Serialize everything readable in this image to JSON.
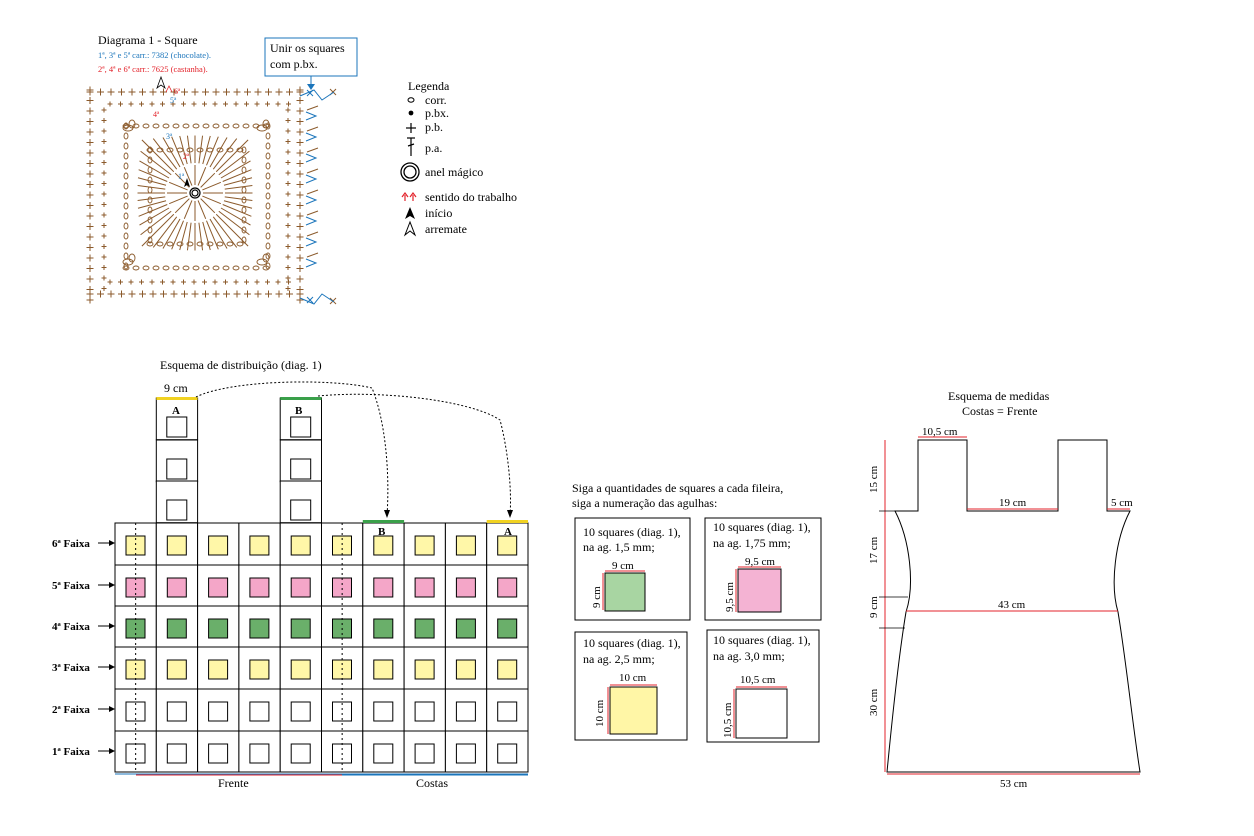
{
  "diagram1": {
    "title": "Diagrama 1 - Square",
    "rows_odd": "1ª, 3ª e 5ª carr.: 7382 (chocolate).",
    "rows_even": "2ª, 4ª e 6ª carr.: 7625 (castanha).",
    "round_labels": [
      "1ª",
      "2ª",
      "3ª",
      "4ª",
      "5ª",
      "6ª"
    ],
    "join_note_line1": "Unir os squares",
    "join_note_line2": "com p.bx.",
    "colors": {
      "odd": "#1b75bb",
      "even": "#e3232b",
      "stitch": "#8b5a2b"
    }
  },
  "legend": {
    "title": "Legenda",
    "items": [
      {
        "icon": "chain-stitch-icon",
        "label": "corr."
      },
      {
        "icon": "slip-stitch-icon",
        "label": "p.bx."
      },
      {
        "icon": "single-crochet-icon",
        "label": "p.b."
      },
      {
        "icon": "double-crochet-icon",
        "label": "p.a."
      },
      {
        "icon": "magic-ring-icon",
        "label": "anel mágico"
      },
      {
        "icon": "work-direction-icon",
        "label": "sentido do trabalho"
      },
      {
        "icon": "start-arrow-icon",
        "label": "início"
      },
      {
        "icon": "finish-arrow-icon",
        "label": "arremate"
      }
    ]
  },
  "distribution": {
    "title": "Esquema de distribuição (diag. 1)",
    "strap_width": "9 cm",
    "strap_labels": [
      "A",
      "B"
    ],
    "join_labels": [
      "B",
      "A"
    ],
    "bands": [
      "6ª Faixa",
      "5ª Faixa",
      "4ª Faixa",
      "3ª Faixa",
      "2ª Faixa",
      "1ª Faixa"
    ],
    "band_colors": [
      "#fff7a8",
      "#f4a6c8",
      "#6aaf6a",
      "#fff7a8",
      "#ffffff",
      "#ffffff"
    ],
    "bottom_labels": [
      "Frente",
      "Costas"
    ]
  },
  "needles": {
    "intro_line1": "Siga a quantidades de squares a cada fileira,",
    "intro_line2": "siga a numeração das agulhas:",
    "boxes": [
      {
        "line1": "10 squares (diag. 1),",
        "line2": "na ag. 1,5 mm;",
        "size": "9 cm",
        "color": "#a8d5a2"
      },
      {
        "line1": "10 squares (diag. 1),",
        "line2": "na ag. 1,75 mm;",
        "size": "9,5 cm",
        "color": "#f4b3d3"
      },
      {
        "line1": "10 squares (diag. 1),",
        "line2": "na ag. 2,5 mm;",
        "size": "10 cm",
        "color": "#fff6a6"
      },
      {
        "line1": "10 squares (diag. 1),",
        "line2": "na ag. 3,0 mm;",
        "size": "10,5 cm",
        "color": "#ffffff"
      }
    ]
  },
  "measures": {
    "title": "Esquema de medidas",
    "subtitle": "Costas = Frente",
    "strap_width": "10,5 cm",
    "neck_width": "19 cm",
    "side_width": "5 cm",
    "waist_width": "43 cm",
    "hem_width": "53 cm",
    "strap_height": "15 cm",
    "upper_height": "17 cm",
    "waist_height": "9 cm",
    "skirt_height": "30 cm"
  }
}
